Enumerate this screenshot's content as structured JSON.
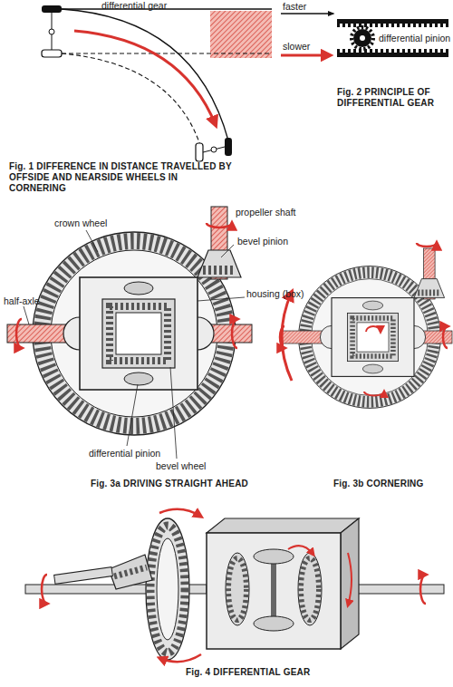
{
  "diagram": {
    "labels": [
      "differential gear",
      "faster",
      "slower",
      "differential pinion",
      "Fig. 2 PRINCIPLE OF DIFFERENTIAL GEAR",
      "Fig. 1 DIFFERENCE IN DISTANCE TRAVELLED BY OFFSIDE AND NEARSIDE WHEELS IN CORNERING",
      "propeller shaft",
      "crown wheel",
      "bevel pinion",
      "half-axle",
      "housing (box)",
      "differential pinion",
      "bevel wheel",
      "Fig. 3a DRIVING STRAIGHT AHEAD",
      "Fig. 3b CORNERING",
      "Fig. 4 DIFFERENTIAL GEAR"
    ]
  }
}
